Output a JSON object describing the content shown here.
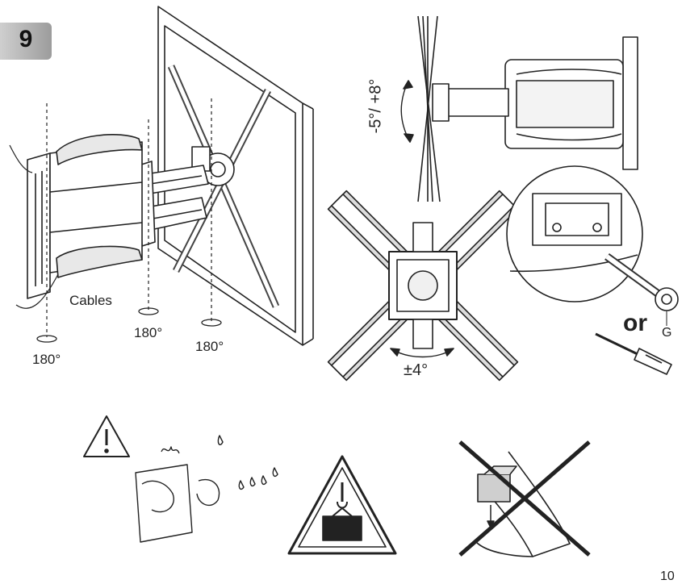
{
  "step": {
    "number": "9"
  },
  "rotation": {
    "left_pivot": "180°",
    "middle_pivot": "180°",
    "right_pivot": "180°"
  },
  "cables_label": "Cables",
  "tilt_label": "-5°/ +8°",
  "level_label": "±4°",
  "tool_section": {
    "or_label": "or",
    "part_letter": "G"
  },
  "page_number": "10"
}
